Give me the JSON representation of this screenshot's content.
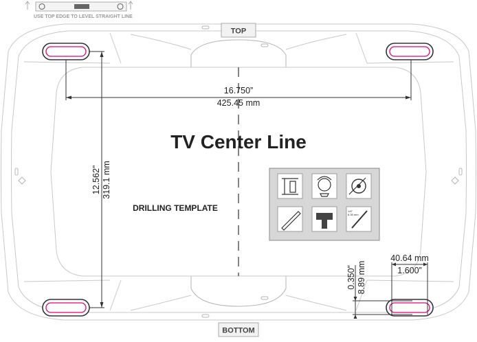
{
  "title": "TV Center Line",
  "subtitle": "DRILLING TEMPLATE",
  "level_hint": "USE TOP EDGE TO LEVEL STRAIGHT LINE",
  "top_tag": "TOP",
  "bottom_tag": "BOTTOM",
  "dims": {
    "horizontal_in": "16.750”",
    "horizontal_mm": "425.45 mm",
    "vertical_in": "12.562”",
    "vertical_mm": "319.1 mm",
    "offset_y_in": "0.350”",
    "offset_y_mm": "8.89 mm",
    "offset_x_mm": "40.64 mm",
    "offset_x_in": "1.600”"
  },
  "drill_bit_label_1": "1/4\"",
  "drill_bit_label_2": "6.35 mm",
  "icons": [
    "level-icon",
    "stud-finder-icon",
    "tape-measure-icon",
    "pencil-icon",
    "drill-icon",
    "drill-bit-icon"
  ],
  "colors": {
    "slot_accent": "#e0007a",
    "line": "#333333",
    "outline": "#c8c8c8"
  }
}
